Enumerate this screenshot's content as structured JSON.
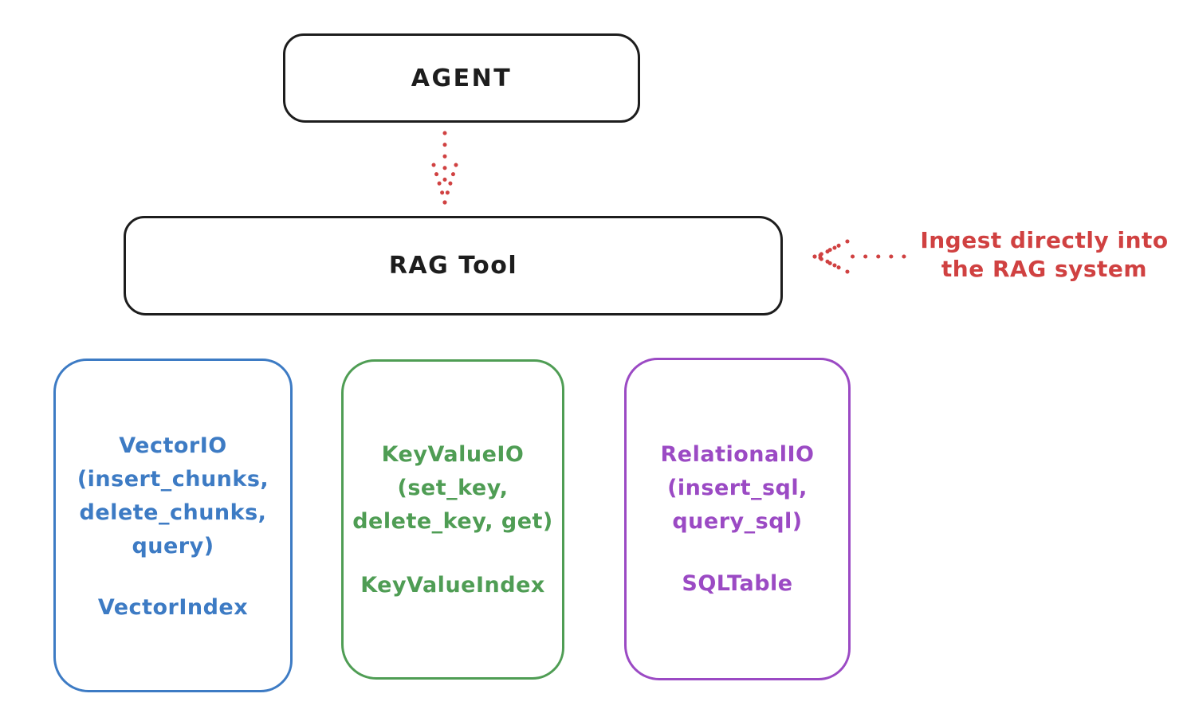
{
  "colors": {
    "background": "#ffffff",
    "stroke_black": "#1d1d1d",
    "red": "#d04141",
    "blue": "#3d7bc4",
    "green": "#4f9d54",
    "purple": "#9b4ac4"
  },
  "agent_box": {
    "label": "AGENT"
  },
  "rag_tool_box": {
    "label": "RAG Tool"
  },
  "annotation": {
    "text": "Ingest directly into\nthe RAG system"
  },
  "backends": [
    {
      "methods": "VectorIO\n(insert_chunks,\ndelete_chunks,\nquery)",
      "index": "VectorIndex",
      "color": "#3d7bc4"
    },
    {
      "methods": "KeyValueIO\n(set_key,\ndelete_key, get)",
      "index": "KeyValueIndex",
      "color": "#4f9d54"
    },
    {
      "methods": "RelationalIO\n(insert_sql,\nquery_sql)",
      "index": "SQLTable",
      "color": "#9b4ac4"
    }
  ]
}
